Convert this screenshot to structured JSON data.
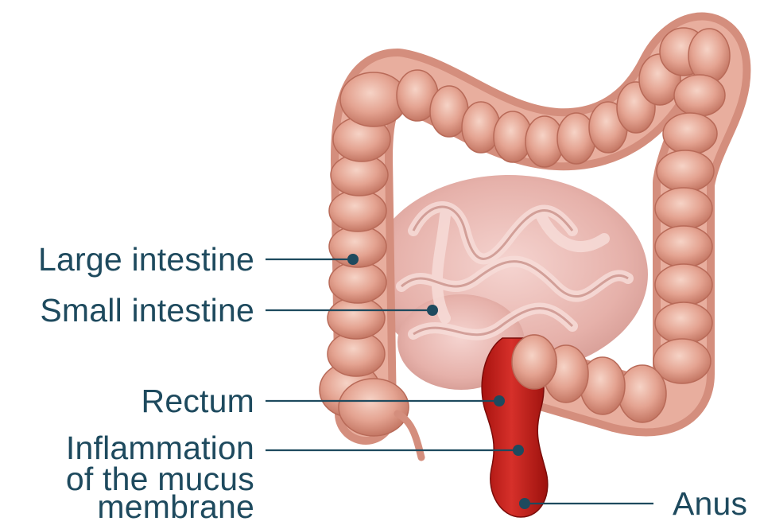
{
  "labels": {
    "large_intestine": "Large intestine",
    "small_intestine": "Small intestine",
    "rectum": "Rectum",
    "inflammation": [
      "Inflammation",
      "of the mucus",
      "membrane"
    ],
    "anus": "Anus"
  },
  "colors": {
    "label_text": "#1e4a5e",
    "leader_line": "#1e4a5e",
    "colon": "#e2a08e",
    "colon_shadow": "#c97a68",
    "small_intestine": "#e9b3ad",
    "inflamed_rectum": "#c8221c"
  }
}
